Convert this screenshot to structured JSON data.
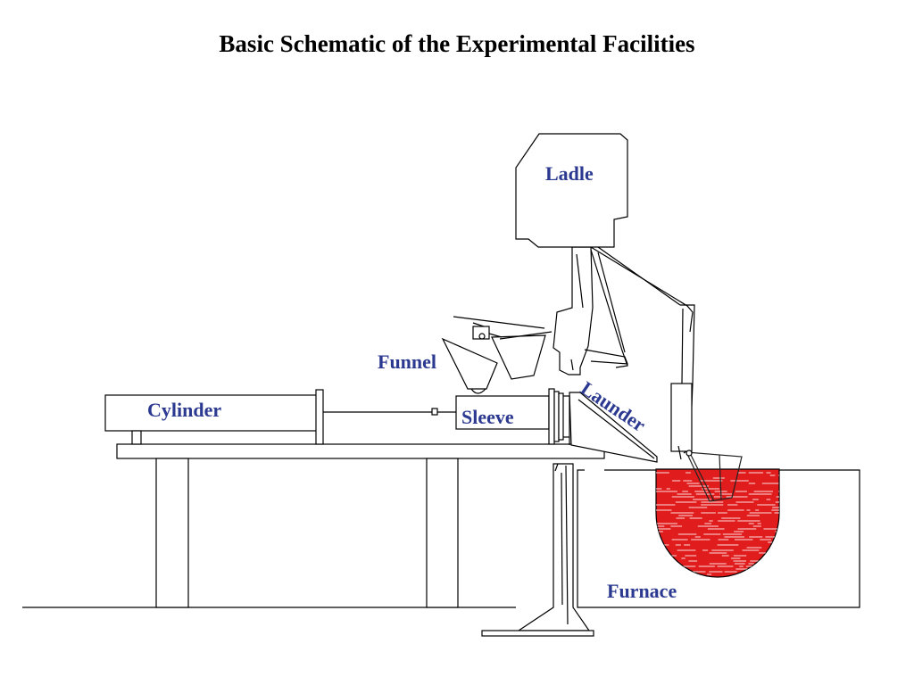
{
  "title": "Basic Schematic of the Experimental Facilities",
  "labels": {
    "ladle": "Ladle",
    "funnel": "Funnel",
    "cylinder": "Cylinder",
    "sleeve": "Sleeve",
    "launder": "Launder",
    "furnace": "Furnace"
  },
  "colors": {
    "label_text": "#2b3990",
    "molten_metal": "#e11c1c",
    "line": "#000000",
    "background": "#ffffff"
  }
}
